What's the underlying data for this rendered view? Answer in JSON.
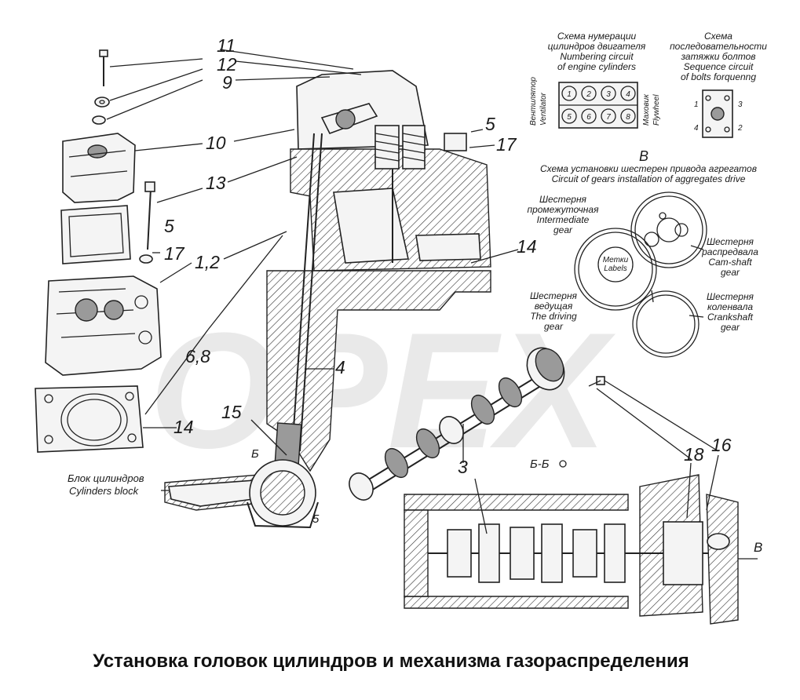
{
  "diagram": {
    "title": "Установка головок цилиндров и механизма газораспределения",
    "watermark": "OPEX",
    "callouts": {
      "c11": "11",
      "c12": "12",
      "c9": "9",
      "c10": "10",
      "c13": "13",
      "c5a": "5",
      "c17a": "17",
      "c12b": "1,2",
      "c68": "6,8",
      "c14a": "14",
      "c15": "15",
      "c4": "4",
      "c5b": "5",
      "c17b": "17",
      "c14b": "14",
      "c3": "3",
      "c18": "18",
      "c16": "16",
      "c5c": "5",
      "cB1": "Б",
      "cSectionBB": "Б-Б",
      "cViewB": "В",
      "cViewB2": "В"
    },
    "block_label": {
      "ru": "Блок цилиндров",
      "en": "Cylinders block"
    },
    "numbering_scheme": {
      "ru1": "Схема нумерации",
      "ru2": "цилиндров двигателя",
      "en1": "Numbering circuit",
      "en2": "of engine cylinders",
      "fan_ru": "Вентилятор",
      "fan_en": "Ventilator",
      "flywheel_ru": "Маховик",
      "flywheel_en": "Flywheel",
      "cyl": [
        "1",
        "2",
        "3",
        "4",
        "5",
        "6",
        "7",
        "8"
      ]
    },
    "torque_scheme": {
      "ru1": "Схема",
      "ru2": "последовательности",
      "ru3": "затяжки болтов",
      "en1": "Sequence circuit",
      "en2": "of bolts forquenng",
      "marks": [
        "1",
        "2",
        "3",
        "4"
      ]
    },
    "gears_scheme": {
      "letter": "В",
      "ru": "Схема установки шестерен привода агрегатов",
      "en": "Circuit of gears installation of aggregates drive",
      "intermediate_ru1": "Шестерня",
      "intermediate_ru2": "промежуточная",
      "intermediate_en1": "Intermediate",
      "intermediate_en2": "gear",
      "labels_ru": "Метки",
      "labels_en": "Labels",
      "driving_ru1": "Шестерня",
      "driving_ru2": "ведущая",
      "driving_en1": "The driving",
      "driving_en2": "gear",
      "cam_ru1": "Шестерня",
      "cam_ru2": "распредвала",
      "cam_en1": "Cam-shaft",
      "cam_en2": "gear",
      "crank_ru1": "Шестерня",
      "crank_ru2": "коленвала",
      "crank_en1": "Crankshaft",
      "crank_en2": "gear"
    }
  }
}
